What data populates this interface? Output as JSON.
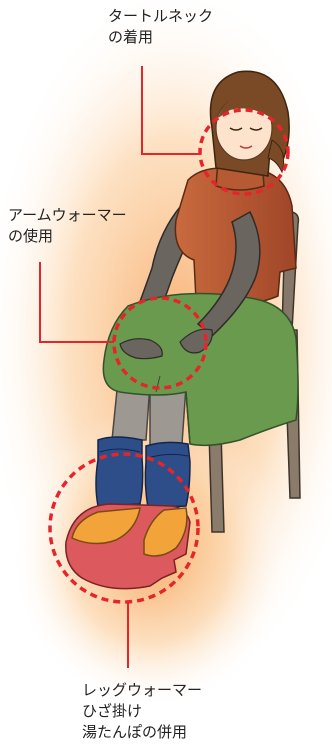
{
  "labels": {
    "neck": {
      "line1": "タートルネック",
      "line2": "の着用"
    },
    "arm": {
      "line1": "アームウォーマー",
      "line2": "の使用"
    },
    "leg": {
      "line1": "レッグウォーマー",
      "line2": "ひざ掛け",
      "line3": "湯たんぽの併用"
    }
  },
  "colors": {
    "glow": "#f7a25a",
    "callout": "#e6252b",
    "sweater": "#b85a34",
    "blanket": "#6a9a4e",
    "legwarmer": "#2e4e8a",
    "hot_water_bottle": "#dc5a5e",
    "slippers": "#f2a43a",
    "chair": "#7a6a5a",
    "skin": "#fde2cc",
    "hair": "#7a4a26"
  },
  "icons": [
    "woman-figure",
    "chair",
    "hot-water-bottle",
    "slipper"
  ]
}
